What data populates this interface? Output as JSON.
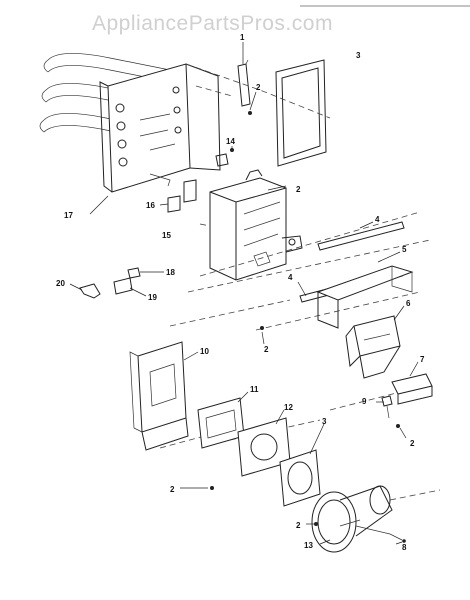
{
  "watermark": "AppliancePartsPros.com",
  "callouts": [
    {
      "id": "c1",
      "text": "1"
    },
    {
      "id": "c2a",
      "text": "2"
    },
    {
      "id": "c3",
      "text": "3"
    },
    {
      "id": "c14",
      "text": "14"
    },
    {
      "id": "c2b",
      "text": "2"
    },
    {
      "id": "c17",
      "text": "17"
    },
    {
      "id": "c16",
      "text": "16"
    },
    {
      "id": "c15",
      "text": "15"
    },
    {
      "id": "c4a",
      "text": "4"
    },
    {
      "id": "c5",
      "text": "5"
    },
    {
      "id": "c4b",
      "text": "4"
    },
    {
      "id": "c20",
      "text": "20"
    },
    {
      "id": "c18",
      "text": "18"
    },
    {
      "id": "c19",
      "text": "19"
    },
    {
      "id": "c6",
      "text": "6"
    },
    {
      "id": "c2c",
      "text": "2"
    },
    {
      "id": "c10",
      "text": "10"
    },
    {
      "id": "c7",
      "text": "7"
    },
    {
      "id": "c9",
      "text": "9"
    },
    {
      "id": "c11",
      "text": "11"
    },
    {
      "id": "c2d",
      "text": "2"
    },
    {
      "id": "c12",
      "text": "12"
    },
    {
      "id": "c3b",
      "text": "3"
    },
    {
      "id": "c2e",
      "text": "2"
    },
    {
      "id": "c2f",
      "text": "2"
    },
    {
      "id": "c13",
      "text": "13"
    },
    {
      "id": "c8",
      "text": "8"
    }
  ]
}
